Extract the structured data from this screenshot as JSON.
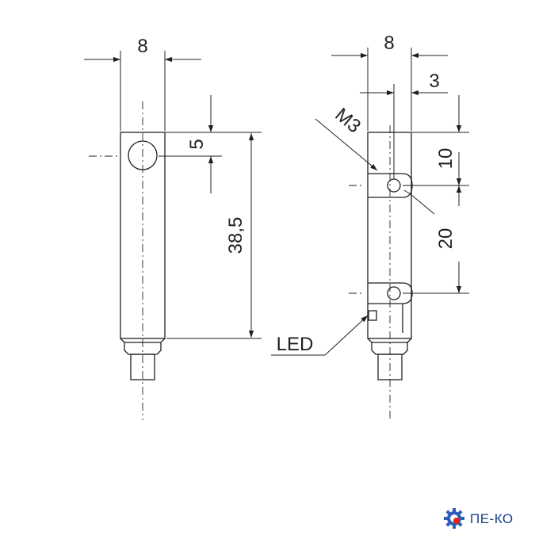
{
  "drawing": {
    "left_view": {
      "width_dim": "8",
      "hole_dim": "5",
      "length_dim": "38,5"
    },
    "right_view": {
      "width_dim": "8",
      "offset_dim": "3",
      "thread_label": "M3",
      "top_dim": "10",
      "spacing_dim": "20",
      "led_label": "LED"
    }
  },
  "logo": {
    "text": "ПЕ-КО",
    "colors": {
      "gear": "#2b5fb8",
      "accent": "#e2231a"
    }
  },
  "colors": {
    "line": "#231f20"
  }
}
